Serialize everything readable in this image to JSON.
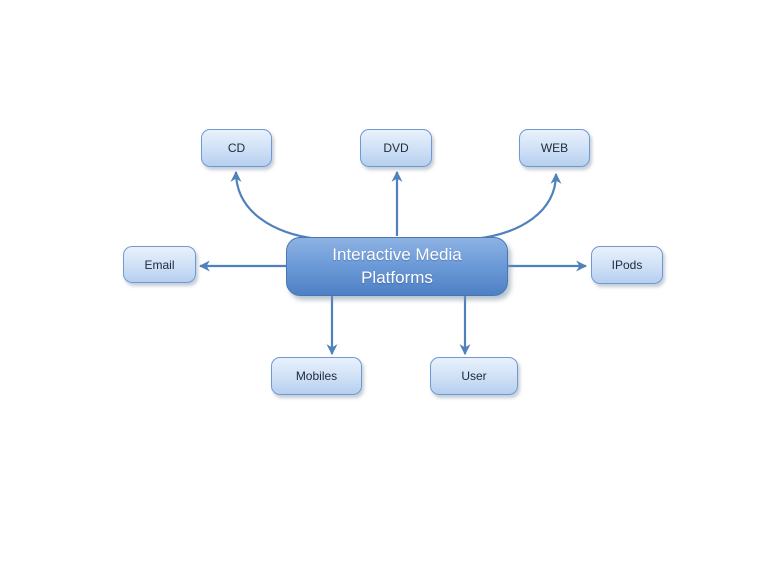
{
  "diagram": {
    "type": "radial-mind-map",
    "center": {
      "label": "Interactive Media Platforms"
    },
    "nodes": {
      "cd": {
        "label": "CD"
      },
      "dvd": {
        "label": "DVD"
      },
      "web": {
        "label": "WEB"
      },
      "email": {
        "label": "Email"
      },
      "ipods": {
        "label": "IPods"
      },
      "mobiles": {
        "label": "Mobiles"
      },
      "user": {
        "label": "User"
      }
    },
    "edges": [
      {
        "from": "center",
        "to": "cd",
        "style": "curved"
      },
      {
        "from": "center",
        "to": "dvd",
        "style": "straight"
      },
      {
        "from": "center",
        "to": "web",
        "style": "curved"
      },
      {
        "from": "center",
        "to": "email",
        "style": "straight"
      },
      {
        "from": "center",
        "to": "ipods",
        "style": "straight"
      },
      {
        "from": "center",
        "to": "mobiles",
        "style": "straight"
      },
      {
        "from": "center",
        "to": "user",
        "style": "straight"
      }
    ],
    "colors": {
      "background": "#ffffff",
      "arrow": "#4f81bd",
      "node_border": "#7099d1",
      "node_fill_top": "#e9f1fc",
      "node_fill_bottom": "#b6d0ef",
      "node_text": "#212b3c",
      "center_border": "#4a77b0",
      "center_fill_top": "#8db2e3",
      "center_fill_bottom": "#4e80c4",
      "center_text": "#ffffff"
    }
  }
}
